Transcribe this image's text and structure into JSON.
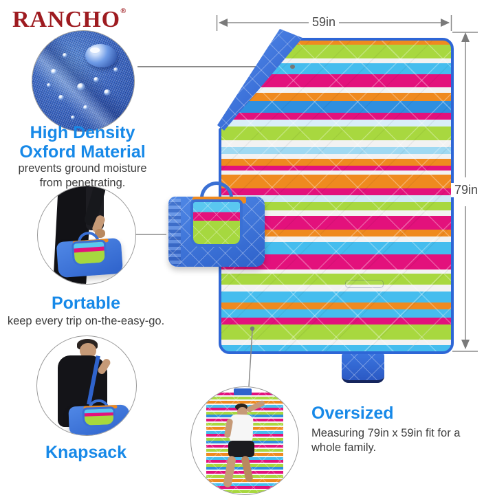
{
  "palette": {
    "accent": "#1789e8",
    "brand": "#9e1b20",
    "dim": "#8a8a8a",
    "blanket_blue": "#2e66d6",
    "stripe_green": "#a8d83f",
    "stripe_magenta": "#e3117c",
    "stripe_orange": "#ef8a1f",
    "stripe_skyblue": "#45bdee",
    "stripe_white": "#f2f2f2"
  },
  "brand": {
    "name": "RANCHO",
    "trademark": "®"
  },
  "dimensions": {
    "width": "59in",
    "height": "79in"
  },
  "features": {
    "oxford": {
      "title_line1": "High Density",
      "title_line2": "Oxford Material",
      "desc_line1": "prevents ground moisture",
      "desc_line2": "from penetrating."
    },
    "portable": {
      "title": "Portable",
      "desc": "keep every trip on-the-easy-go."
    },
    "knapsack": {
      "title": "Knapsack"
    },
    "oversized": {
      "title": "Oversized",
      "desc_line1": "Measuring 79in x 59in fit for a",
      "desc_line2": "whole family."
    }
  }
}
